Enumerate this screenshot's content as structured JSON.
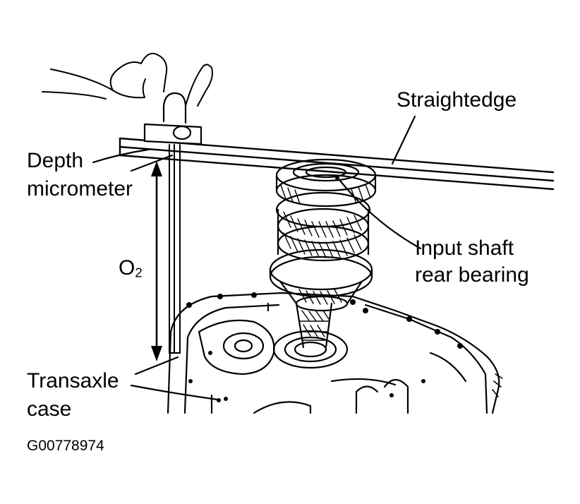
{
  "diagram": {
    "labels": {
      "straightedge": "Straightedge",
      "depth_line1": "Depth",
      "depth_line2": "micrometer",
      "o_main": "O",
      "o_sub": "2",
      "input_line1": "Input shaft",
      "input_line2": "rear bearing",
      "case_line1": "Transaxle",
      "case_line2": "case"
    },
    "figure_id": "G00778974"
  },
  "colors": {
    "ink": "#000000",
    "paper": "#ffffff"
  }
}
